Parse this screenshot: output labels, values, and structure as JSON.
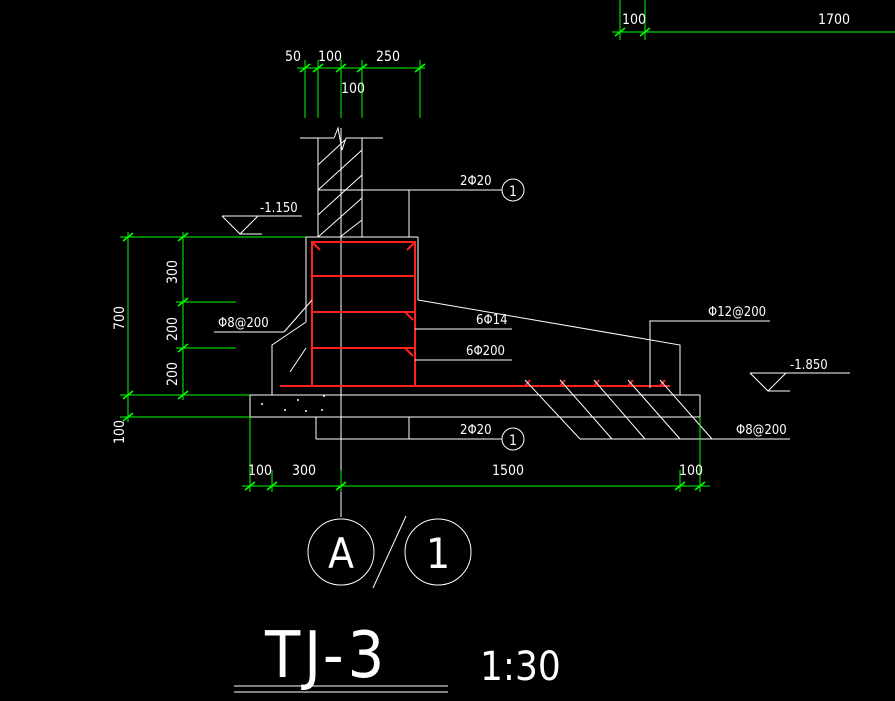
{
  "colors": {
    "background": "#000000",
    "lines": "#ffffff",
    "dimensions": "#00ff00",
    "rebar": "#ff2020"
  },
  "top_dimensions": {
    "left": "50",
    "mid": "100",
    "right": "250",
    "lower": "100"
  },
  "corner_dimensions": {
    "left": "100",
    "right": "1700"
  },
  "left_dimensions": {
    "overall": "700",
    "seg_top": "300",
    "seg_mid": "200",
    "seg_bot": "200",
    "base": "100"
  },
  "bottom_dimensions": {
    "d1": "100",
    "d2": "300",
    "d3": "1500",
    "d4": "100"
  },
  "levels": {
    "left": "-1.150",
    "right": "-1.850"
  },
  "annotations": {
    "top_rebar": "2Φ20",
    "stirrup": "Φ8@200",
    "side_rebar": "6Φ14",
    "mid_rebar": "6Φ200",
    "right_rebar": "Φ12@200",
    "bottom_rebar": "2Φ20",
    "mesh": "Φ8@200",
    "circle_marker_top": "1",
    "circle_marker_bottom": "1"
  },
  "axis_label": {
    "letter": "A",
    "number": "1"
  },
  "title": {
    "name": "TJ-3",
    "scale": "1:30"
  }
}
